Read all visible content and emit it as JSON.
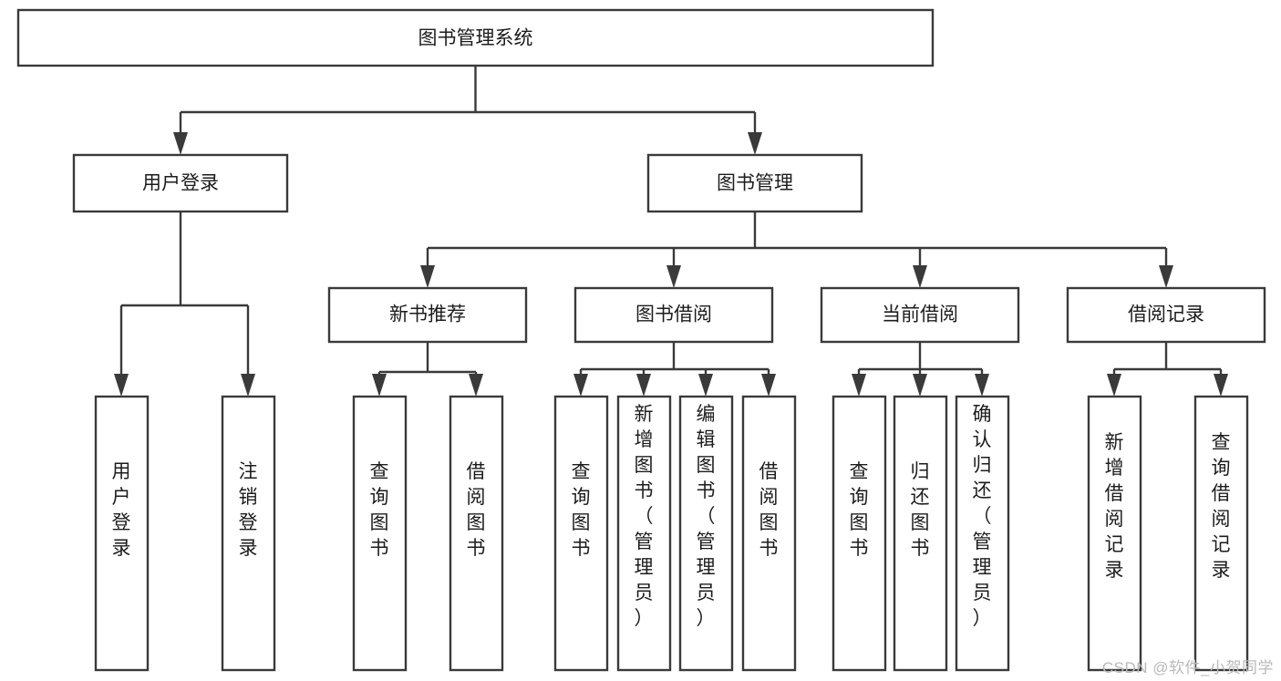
{
  "diagram": {
    "type": "tree-flowchart",
    "title_node": {
      "label": "图书管理系统"
    },
    "level2": [
      {
        "id": "user-login",
        "label": "用户登录"
      },
      {
        "id": "book-management",
        "label": "图书管理"
      }
    ],
    "level3": [
      {
        "id": "new-book-recommend",
        "label": "新书推荐"
      },
      {
        "id": "book-borrow",
        "label": "图书借阅"
      },
      {
        "id": "current-borrow",
        "label": "当前借阅"
      },
      {
        "id": "borrow-record",
        "label": "借阅记录"
      }
    ],
    "leaves": {
      "user_login": [
        {
          "id": "leaf-user-login",
          "label": "用户登录"
        },
        {
          "id": "leaf-logout-login",
          "label": "注销登录"
        }
      ],
      "new_book_recommend": [
        {
          "id": "leaf-query-book-1",
          "label": "查询图书"
        },
        {
          "id": "leaf-borrow-book-1",
          "label": "借阅图书"
        }
      ],
      "book_borrow": [
        {
          "id": "leaf-query-book-2",
          "label": "查询图书"
        },
        {
          "id": "leaf-add-book-admin",
          "label": "新增图书（管理员）"
        },
        {
          "id": "leaf-edit-book-admin",
          "label": "编辑图书（管理员）"
        },
        {
          "id": "leaf-borrow-book-2",
          "label": "借阅图书"
        }
      ],
      "current_borrow": [
        {
          "id": "leaf-query-book-3",
          "label": "查询图书"
        },
        {
          "id": "leaf-return-book",
          "label": "归还图书"
        },
        {
          "id": "leaf-confirm-return-admin",
          "label": "确认归还（管理员）"
        }
      ],
      "borrow_record": [
        {
          "id": "leaf-add-borrow-record",
          "label": "新增借阅记录"
        },
        {
          "id": "leaf-query-borrow-record",
          "label": "查询借阅记录"
        }
      ]
    }
  },
  "watermark": {
    "text": "CSDN @软件_小贺同学"
  },
  "colors": {
    "stroke": "#3a3a3a",
    "box_fill": "#ffffff",
    "text": "#1c1c1c",
    "watermark": "#b9b9b9",
    "background": "#ffffff"
  }
}
